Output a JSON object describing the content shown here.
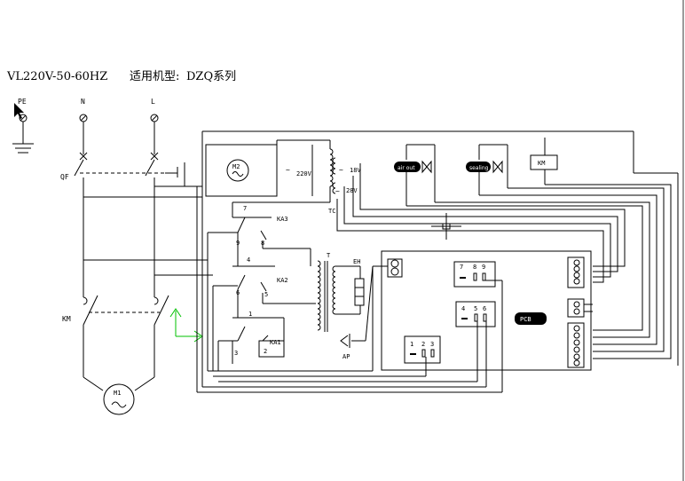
{
  "header": {
    "voltage_spec": "VL220V-50-60HZ",
    "model_prefix": "适用机型:",
    "model_name": "DZQ系列"
  },
  "terminals": {
    "pe": "PE",
    "n": "N",
    "l": "L"
  },
  "components": {
    "breaker": "QF",
    "contactor": "KM",
    "motor": "M1",
    "pump_motor": "M2",
    "v220": "220V",
    "v18": "18V",
    "v28": "28V",
    "transformer_tc": "TC",
    "transformer_t": "T",
    "heater": "EH",
    "relay_ka3": "KA3",
    "relay_ka2": "KA2",
    "relay_ka1": "KA1",
    "ap": "AP",
    "km_box": "KM",
    "air_out": "air out",
    "sealing": "sealing",
    "pcb": "PCB"
  },
  "contacts": {
    "n7": "7",
    "n8": "8",
    "n4": "4",
    "n6": "6",
    "n5": "5",
    "n1": "1",
    "n3": "3",
    "n2": "2"
  },
  "connectors": {
    "c789": [
      "7",
      "8",
      "9"
    ],
    "c456": [
      "4",
      "5",
      "6"
    ],
    "c123": [
      "1",
      "2",
      "3"
    ]
  },
  "colors": {
    "line": "#000000",
    "axis_x": "#00c000",
    "axis_y": "#00c000",
    "right_border": "#9a9a9a"
  }
}
